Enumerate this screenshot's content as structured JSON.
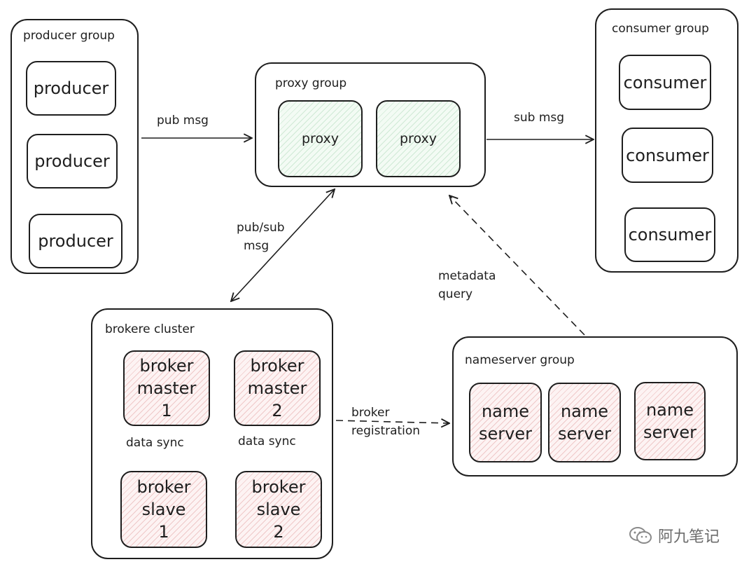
{
  "producer_group": {
    "title": "producer group",
    "items": [
      "producer",
      "producer",
      "producer"
    ]
  },
  "proxy_group": {
    "title": "proxy group",
    "items": [
      "proxy",
      "proxy"
    ]
  },
  "consumer_group": {
    "title": "consumer group",
    "items": [
      "consumer",
      "consumer",
      "consumer"
    ]
  },
  "broker_cluster": {
    "title": "brokere cluster",
    "masters": [
      {
        "line1": "broker",
        "line2": "master",
        "line3": "1"
      },
      {
        "line1": "broker",
        "line2": "master",
        "line3": "2"
      }
    ],
    "slaves": [
      {
        "line1": "broker",
        "line2": "slave",
        "line3": "1"
      },
      {
        "line1": "broker",
        "line2": "slave",
        "line3": "2"
      }
    ],
    "sync_label": "data sync"
  },
  "nameserver_group": {
    "title": "nameserver group",
    "items": [
      {
        "line1": "name",
        "line2": "server"
      },
      {
        "line1": "name",
        "line2": "server"
      },
      {
        "line1": "name",
        "line2": "server"
      }
    ]
  },
  "edges": {
    "pub_msg": "pub msg",
    "sub_msg": "sub msg",
    "pubsub_line1": "pub/sub",
    "pubsub_line2": "msg",
    "metadata_line1": "metadata",
    "metadata_line2": "query",
    "registration_line1": "broker",
    "registration_line2": "registration"
  },
  "watermark": {
    "icon": "wechat-icon",
    "text": "阿九笔记"
  }
}
